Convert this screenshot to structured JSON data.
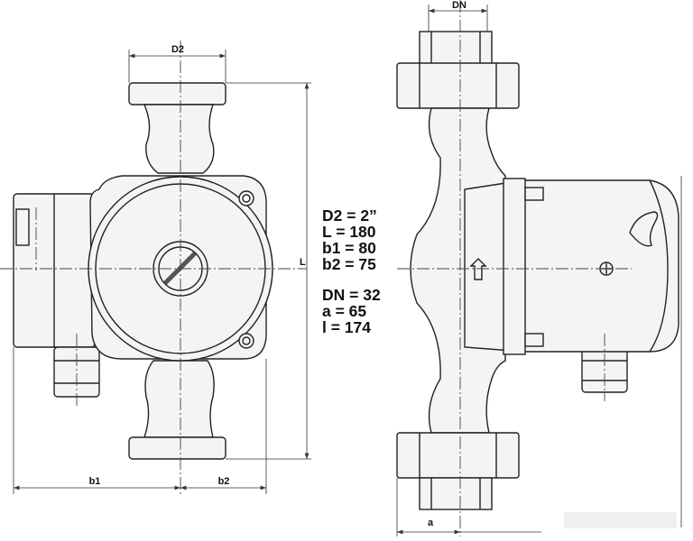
{
  "dimension_labels": {
    "D2": "D2",
    "L": "L",
    "b1": "b1",
    "b2": "b2",
    "DN": "DN",
    "a": "a"
  },
  "specs_group1": [
    "D2 = 2”",
    "L = 180",
    "b1 = 80",
    "b2 = 75"
  ],
  "specs_group2": [
    "DN = 32",
    "a = 65",
    "l = 174"
  ]
}
